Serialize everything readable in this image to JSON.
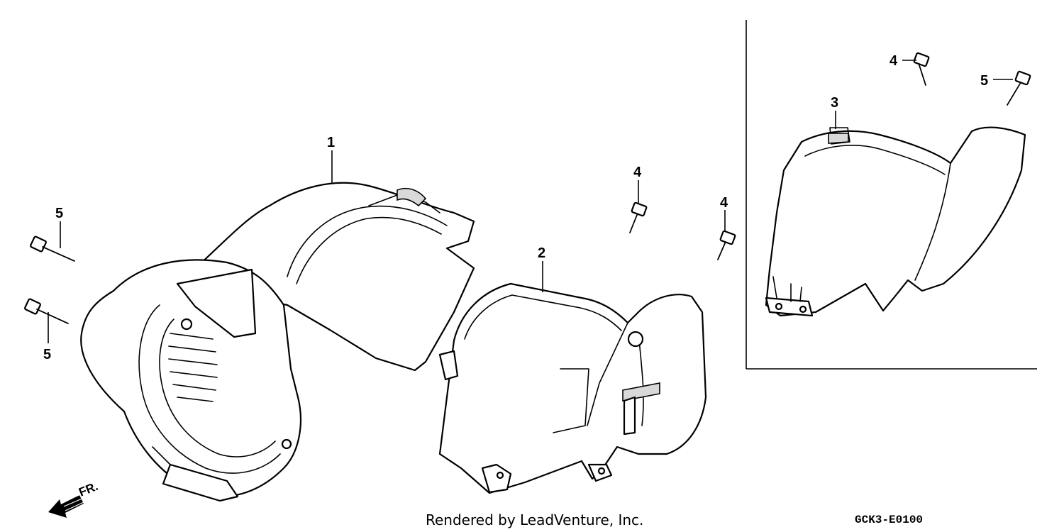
{
  "callouts": {
    "part1": "1",
    "part2": "2",
    "part3": "3",
    "bolt4_center": "4",
    "bolt4_mid": "4",
    "bolt4_inset": "4",
    "bolt5_upper_left": "5",
    "bolt5_lower_left": "5",
    "bolt5_inset": "5"
  },
  "direction_label": "FR.",
  "footer_credit": "Rendered by LeadVenture, Inc.",
  "diagram_code": "GCK3-E0100",
  "colors": {
    "line": "#000000",
    "background": "#ffffff",
    "shade": "#d9d9d9"
  }
}
